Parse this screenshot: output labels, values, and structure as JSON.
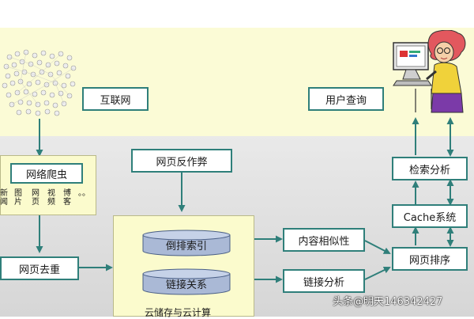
{
  "nodes": {
    "internet": "互联网",
    "user_query": "用户查询",
    "crawler": "网络爬虫",
    "crawler_items": [
      "新闻",
      "图片",
      "网页",
      "视频",
      "博客",
      "。。"
    ],
    "anti_spam": "网页反作弊",
    "dedup": "网页去重",
    "inverted_index": "倒排索引",
    "link_relation": "链接关系",
    "cloud_storage": "云储存与云计算",
    "content_similarity": "内容相似性",
    "link_analysis": "链接分析",
    "ranking": "网页排序",
    "cache": "Cache系统",
    "retrieval": "检索分析"
  },
  "watermark": "头条@明天146342427",
  "colors": {
    "arrow": "#2f7f7a",
    "yellow_band": "#fbfbd6",
    "panel": "#fbfbcd",
    "cylinder": "#aab9d6"
  },
  "icons": [
    "web-cluster-icon",
    "user-at-computer-icon"
  ]
}
